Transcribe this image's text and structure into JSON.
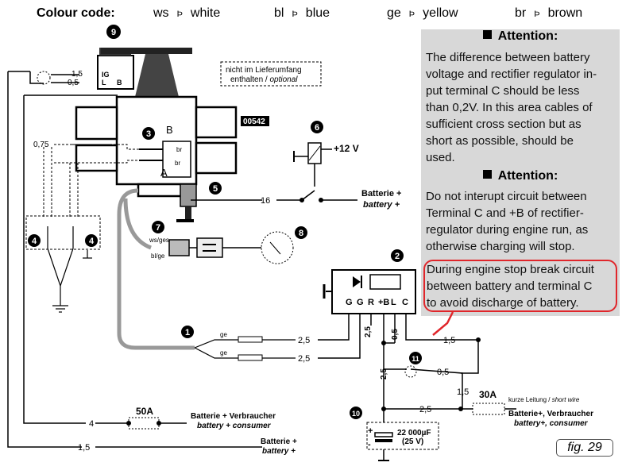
{
  "colour_code": {
    "title": "Colour code:",
    "glyph": "Þ",
    "entries": [
      {
        "code": "ws",
        "name": "white"
      },
      {
        "code": "bl",
        "name": "blue"
      },
      {
        "code": "ge",
        "name": "yellow"
      },
      {
        "code": "br",
        "name": "brown"
      }
    ]
  },
  "attention": {
    "heading": "Attention:",
    "para1_lines": [
      "The difference between battery",
      "voltage and rectifier regulator in-",
      "put terminal C should be less",
      "than 0,2V. In this area cables of",
      "sufficient cross section but as",
      "short as possible, should be",
      "used."
    ],
    "para2_lines": [
      "Do not interupt circuit between",
      "Terminal C and +B of rectifier-",
      "regulator during engine run, as",
      "otherwise charging will stop."
    ],
    "para3_lines": [
      "During engine stop break circuit",
      "between battery and terminal C",
      "to avoid discharge of battery."
    ]
  },
  "diagram": {
    "badges": [
      "9",
      "3",
      "6",
      "5",
      "7",
      "8",
      "4",
      "4",
      "2",
      "1",
      "11",
      "10"
    ],
    "optional_note": {
      "line1": "nicht im Lieferumfang",
      "line2_de": "enthalten / ",
      "line2_en": "optional"
    },
    "part_number": "00542",
    "voltage": "+12 V",
    "ig_labels": [
      "IG",
      "L",
      "B"
    ],
    "ab_labels": [
      "B",
      "A"
    ],
    "br_labels": [
      "br",
      "br"
    ],
    "sizes": {
      "s1_5_top": "1,5",
      "s0_5_top": "0,5",
      "s0_75": "0,75",
      "s16": "16",
      "s2_5_a": "2,5",
      "s2_5_b": "2,5",
      "s2_5_v1": "2,5",
      "s0_5_v": "0,5",
      "s1_5_r": "1,5",
      "s2_5_v2": "2,5",
      "s0_5_h": "0,5",
      "s1_5_v": "1,5",
      "s2_5_bot": "2,5",
      "s4": "4",
      "s1_5_bot": "1,5"
    },
    "wire_colors": {
      "ge1": "ge",
      "ge2": "ge",
      "ws_ge": "ws/ges",
      "bl_ge": "bl/ge"
    },
    "battery_plus": "Batterie +",
    "battery_plus_en": "battery +",
    "consumer_de": "Batterie + Verbraucher",
    "consumer_en": "battery + consumer",
    "consumer2_de": "Batterie+, Verbraucher",
    "consumer2_en": "battery+, consumer",
    "fuse_50": "50A",
    "fuse_30": "30A",
    "short_wire_de": "kurze Leitung / ",
    "short_wire_en": "short wire",
    "capacitor_value": "22 000µF",
    "capacitor_voltage": "(25 V)",
    "regulator_terminals": [
      "G",
      "G",
      "R",
      "+B",
      "L",
      "C"
    ],
    "cap_plus": "+",
    "cap_minus": "-"
  },
  "figure_label": "fig. 29"
}
